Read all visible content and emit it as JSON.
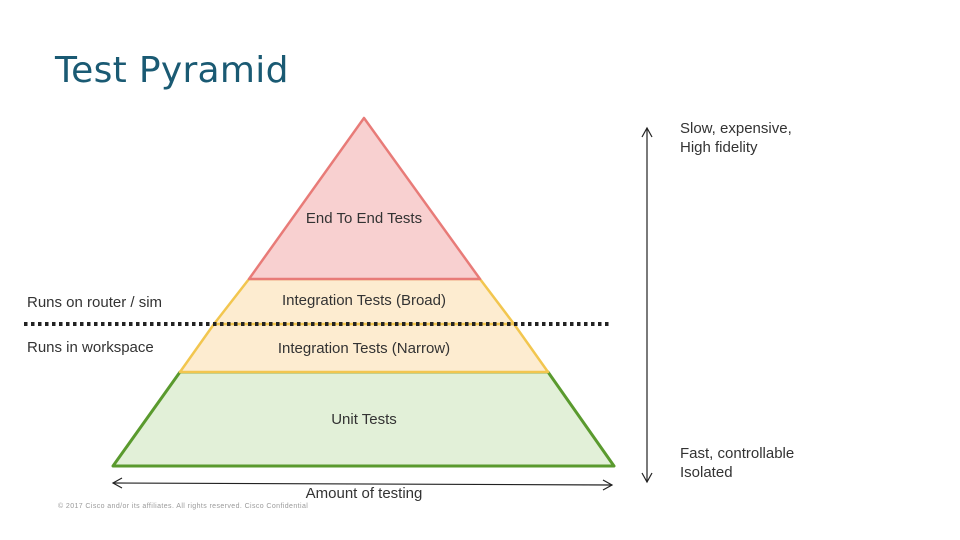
{
  "title": "Test Pyramid",
  "layers": [
    {
      "label": "End To End Tests",
      "fill": "#f8d0d0",
      "stroke": "#e87b78"
    },
    {
      "label": "Integration Tests (Broad)",
      "fill": "#fdecd0",
      "stroke": "#f2c64f"
    },
    {
      "label": "Integration Tests (Narrow)",
      "fill": "#fdecd0",
      "stroke": "#f2c64f"
    },
    {
      "label": "Unit Tests",
      "fill": "#e2f0d8",
      "stroke": "#5a9a2e"
    }
  ],
  "boundary": {
    "above": "Runs on router / sim",
    "below": "Runs in workspace"
  },
  "axis_right": {
    "top": [
      "Slow, expensive,",
      "High fidelity"
    ],
    "bottom": [
      "Fast, controllable",
      "Isolated"
    ]
  },
  "axis_bottom": "Amount of testing",
  "footer": "© 2017  Cisco and/or its affiliates.  All rights reserved.   Cisco Confidential"
}
